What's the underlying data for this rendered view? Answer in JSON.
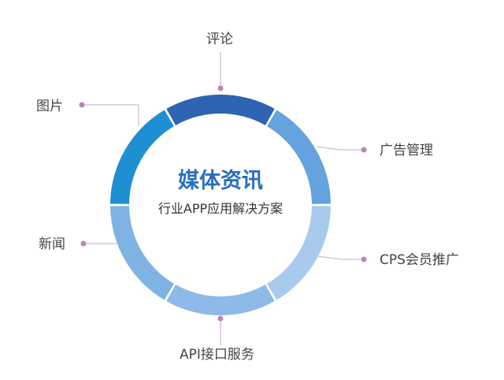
{
  "center": {
    "title": "媒体资讯",
    "subtitle": "行业APP应用解决方案"
  },
  "modules": [
    {
      "label": "评论"
    },
    {
      "label": "广告管理"
    },
    {
      "label": "CPS会员推广"
    },
    {
      "label": "API接口服务"
    },
    {
      "label": "新闻"
    },
    {
      "label": "图片"
    }
  ],
  "colors": {
    "segments": [
      "#64a3de",
      "#a8cbed",
      "#8dbae6",
      "#7fb3e3",
      "#1e8fd2",
      "#2e64b1"
    ],
    "connector": "#d9c2db",
    "dot": "#b789b7",
    "title": "#2a6fc0"
  }
}
